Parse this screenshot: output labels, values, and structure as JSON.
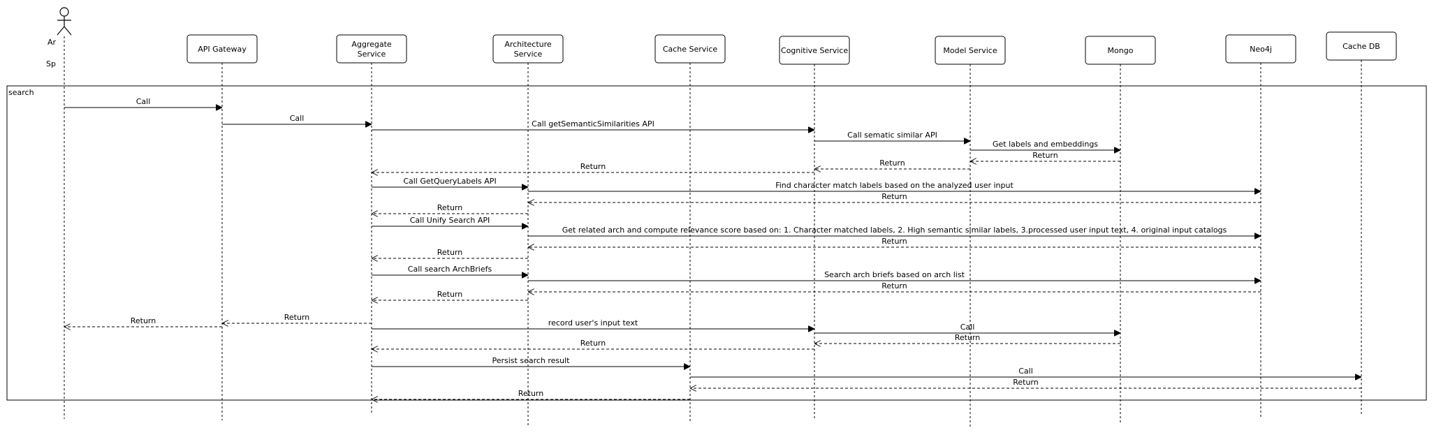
{
  "actor": {
    "label_line1": "Ar",
    "label_line2": "Sp"
  },
  "participants": [
    {
      "id": "gateway",
      "label": [
        "API Gateway"
      ]
    },
    {
      "id": "aggregate",
      "label": [
        "Aggregate",
        "Service"
      ]
    },
    {
      "id": "architecture",
      "label": [
        "Architecture",
        "Service"
      ]
    },
    {
      "id": "cache",
      "label": [
        "Cache Service"
      ]
    },
    {
      "id": "cognitive",
      "label": [
        "Cognitive Service"
      ]
    },
    {
      "id": "model",
      "label": [
        "Model Service"
      ]
    },
    {
      "id": "mongo",
      "label": [
        "Mongo"
      ]
    },
    {
      "id": "neo4j",
      "label": [
        "Neo4j"
      ]
    },
    {
      "id": "cachedb",
      "label": [
        "Cache DB"
      ]
    }
  ],
  "frame": {
    "label": "search"
  },
  "messages": [
    {
      "from": "actor",
      "to": "gateway",
      "label": "Call",
      "kind": "call"
    },
    {
      "from": "gateway",
      "to": "aggregate",
      "label": "Call",
      "kind": "call"
    },
    {
      "from": "aggregate",
      "to": "cognitive",
      "label": "Call getSemanticSimilarities API",
      "kind": "call"
    },
    {
      "from": "cognitive",
      "to": "model",
      "label": "Call sematic similar API",
      "kind": "call"
    },
    {
      "from": "model",
      "to": "mongo",
      "label": "Get labels and embeddings",
      "kind": "call"
    },
    {
      "from": "mongo",
      "to": "model",
      "label": "Return",
      "kind": "return"
    },
    {
      "from": "model",
      "to": "cognitive",
      "label": "Return",
      "kind": "return"
    },
    {
      "from": "cognitive",
      "to": "aggregate",
      "label": "Return",
      "kind": "return"
    },
    {
      "from": "aggregate",
      "to": "architecture",
      "label": "Call GetQueryLabels API",
      "kind": "call"
    },
    {
      "from": "architecture",
      "to": "neo4j",
      "label": "Find character match labels based on the analyzed user input",
      "kind": "call"
    },
    {
      "from": "neo4j",
      "to": "architecture",
      "label": "Return",
      "kind": "return"
    },
    {
      "from": "architecture",
      "to": "aggregate",
      "label": "Return",
      "kind": "return"
    },
    {
      "from": "aggregate",
      "to": "architecture",
      "label": "Call Unify Search API",
      "kind": "call"
    },
    {
      "from": "architecture",
      "to": "neo4j",
      "label": "Get related arch and compute relevance score based on: 1. Character matched labels, 2. High semantic similar labels, 3.processed user input text, 4. original input catalogs",
      "kind": "call"
    },
    {
      "from": "neo4j",
      "to": "architecture",
      "label": "Return",
      "kind": "return"
    },
    {
      "from": "architecture",
      "to": "aggregate",
      "label": "Return",
      "kind": "return"
    },
    {
      "from": "aggregate",
      "to": "architecture",
      "label": "Call search ArchBriefs",
      "kind": "call"
    },
    {
      "from": "architecture",
      "to": "neo4j",
      "label": "Search arch briefs based on arch list",
      "kind": "call"
    },
    {
      "from": "neo4j",
      "to": "architecture",
      "label": "Return",
      "kind": "return"
    },
    {
      "from": "architecture",
      "to": "aggregate",
      "label": "Return",
      "kind": "return"
    },
    {
      "from": "aggregate",
      "to": "gateway",
      "label": "Return",
      "kind": "return"
    },
    {
      "from": "gateway",
      "to": "actor",
      "label": "Return",
      "kind": "return"
    },
    {
      "from": "aggregate",
      "to": "cognitive",
      "label": "record user's input text",
      "kind": "call"
    },
    {
      "from": "cognitive",
      "to": "mongo",
      "label": "Call",
      "kind": "call"
    },
    {
      "from": "mongo",
      "to": "cognitive",
      "label": "Return",
      "kind": "return"
    },
    {
      "from": "cognitive",
      "to": "aggregate",
      "label": "Return",
      "kind": "return"
    },
    {
      "from": "aggregate",
      "to": "cache",
      "label": "Persist search result",
      "kind": "call"
    },
    {
      "from": "cache",
      "to": "cachedb",
      "label": "Call",
      "kind": "call"
    },
    {
      "from": "cachedb",
      "to": "cache",
      "label": "Return",
      "kind": "return"
    },
    {
      "from": "cache",
      "to": "aggregate",
      "label": "Return",
      "kind": "return"
    }
  ]
}
